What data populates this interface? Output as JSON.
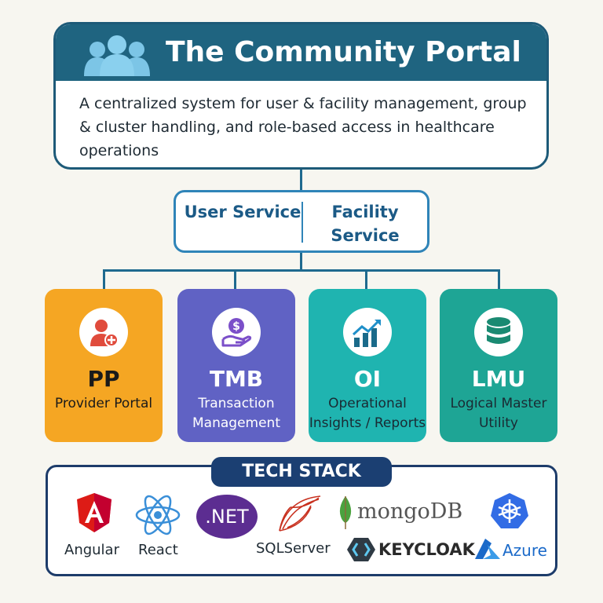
{
  "header": {
    "title": "The Community Portal",
    "description": "A centralized system for user & facility management, group & cluster handling, and role-based access in healthcare operations",
    "icon": "users-group-icon"
  },
  "services": {
    "user": "User Service",
    "facility": "Facility Service"
  },
  "modules": [
    {
      "abbr": "PP",
      "name": "Provider Portal",
      "icon": "provider-icon",
      "color": "#f5a623"
    },
    {
      "abbr": "TMB",
      "name": "Transaction Management",
      "icon": "money-hand-icon",
      "color": "#6062c4"
    },
    {
      "abbr": "OI",
      "name": "Operational Insights / Reports",
      "icon": "chart-growth-icon",
      "color": "#1fb4b0"
    },
    {
      "abbr": "LMU",
      "name": "Logical Master Utility",
      "icon": "database-icon",
      "color": "#1ea595"
    }
  ],
  "tech_stack": {
    "title": "TECH STACK",
    "items": [
      {
        "label": "Angular",
        "icon": "angular-icon"
      },
      {
        "label": "React",
        "icon": "react-icon"
      },
      {
        "label": ".NET",
        "icon": "dotnet-icon"
      },
      {
        "label": "SQLServer",
        "icon": "sqlserver-icon"
      },
      {
        "label": "mongoDB",
        "icon": "mongodb-icon"
      },
      {
        "label": "KEYCLOAK",
        "icon": "keycloak-icon"
      },
      {
        "label": "Azure",
        "icon": "azure-icon"
      },
      {
        "label": "",
        "icon": "kubernetes-icon"
      }
    ]
  }
}
